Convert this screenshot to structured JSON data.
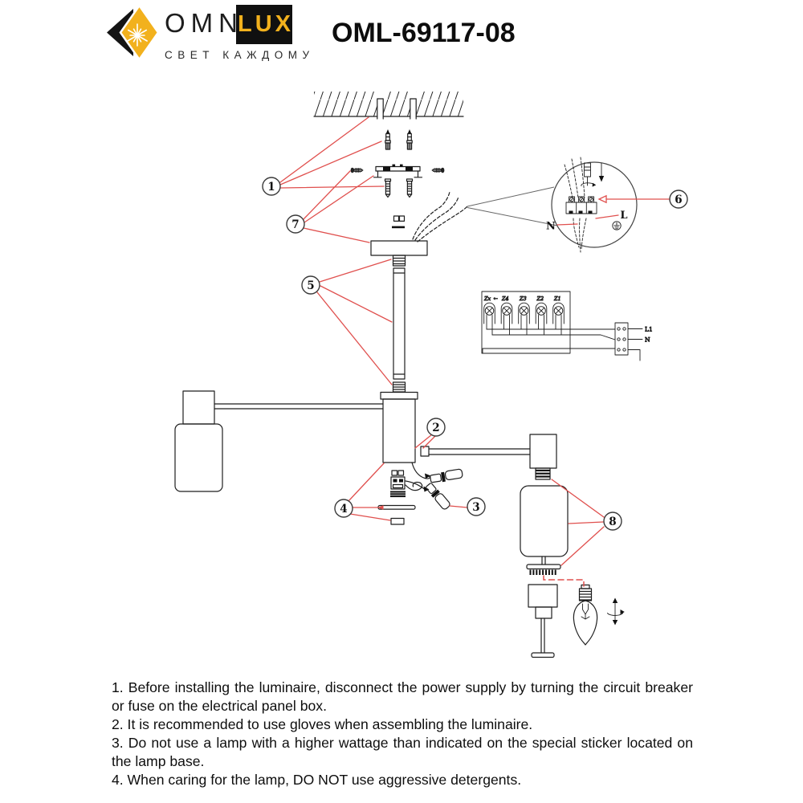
{
  "header": {
    "brand_primary": "OMNI",
    "brand_secondary": "LUX",
    "tagline": "СВЕТ КАЖДОМУ",
    "model": "OML-69117-08"
  },
  "colors": {
    "brand_yellow": "#f2b11d",
    "callout_red": "#e0504e",
    "line_black": "#1f1f1f"
  },
  "diagram": {
    "callouts": [
      "1",
      "2",
      "3",
      "4",
      "5",
      "6",
      "7",
      "8"
    ],
    "detail": {
      "neutral_label": "N",
      "line_label": "L"
    },
    "schematic": {
      "z_labels": [
        "Zx",
        "←",
        "Z4",
        "Z3",
        "Z2",
        "Z1"
      ],
      "line_label": "L1",
      "neutral_label": "N"
    }
  },
  "instructions": {
    "items": [
      "1. Before installing the luminaire, disconnect the power supply by turning the circuit breaker or fuse on the electrical panel box.",
      "2. It is recommended to use gloves when assembling the luminaire.",
      "3. Do not use a lamp with a higher wattage than indicated on the special sticker located on the lamp base.",
      "4. When caring for the lamp, DO NOT use aggressive detergents."
    ]
  }
}
